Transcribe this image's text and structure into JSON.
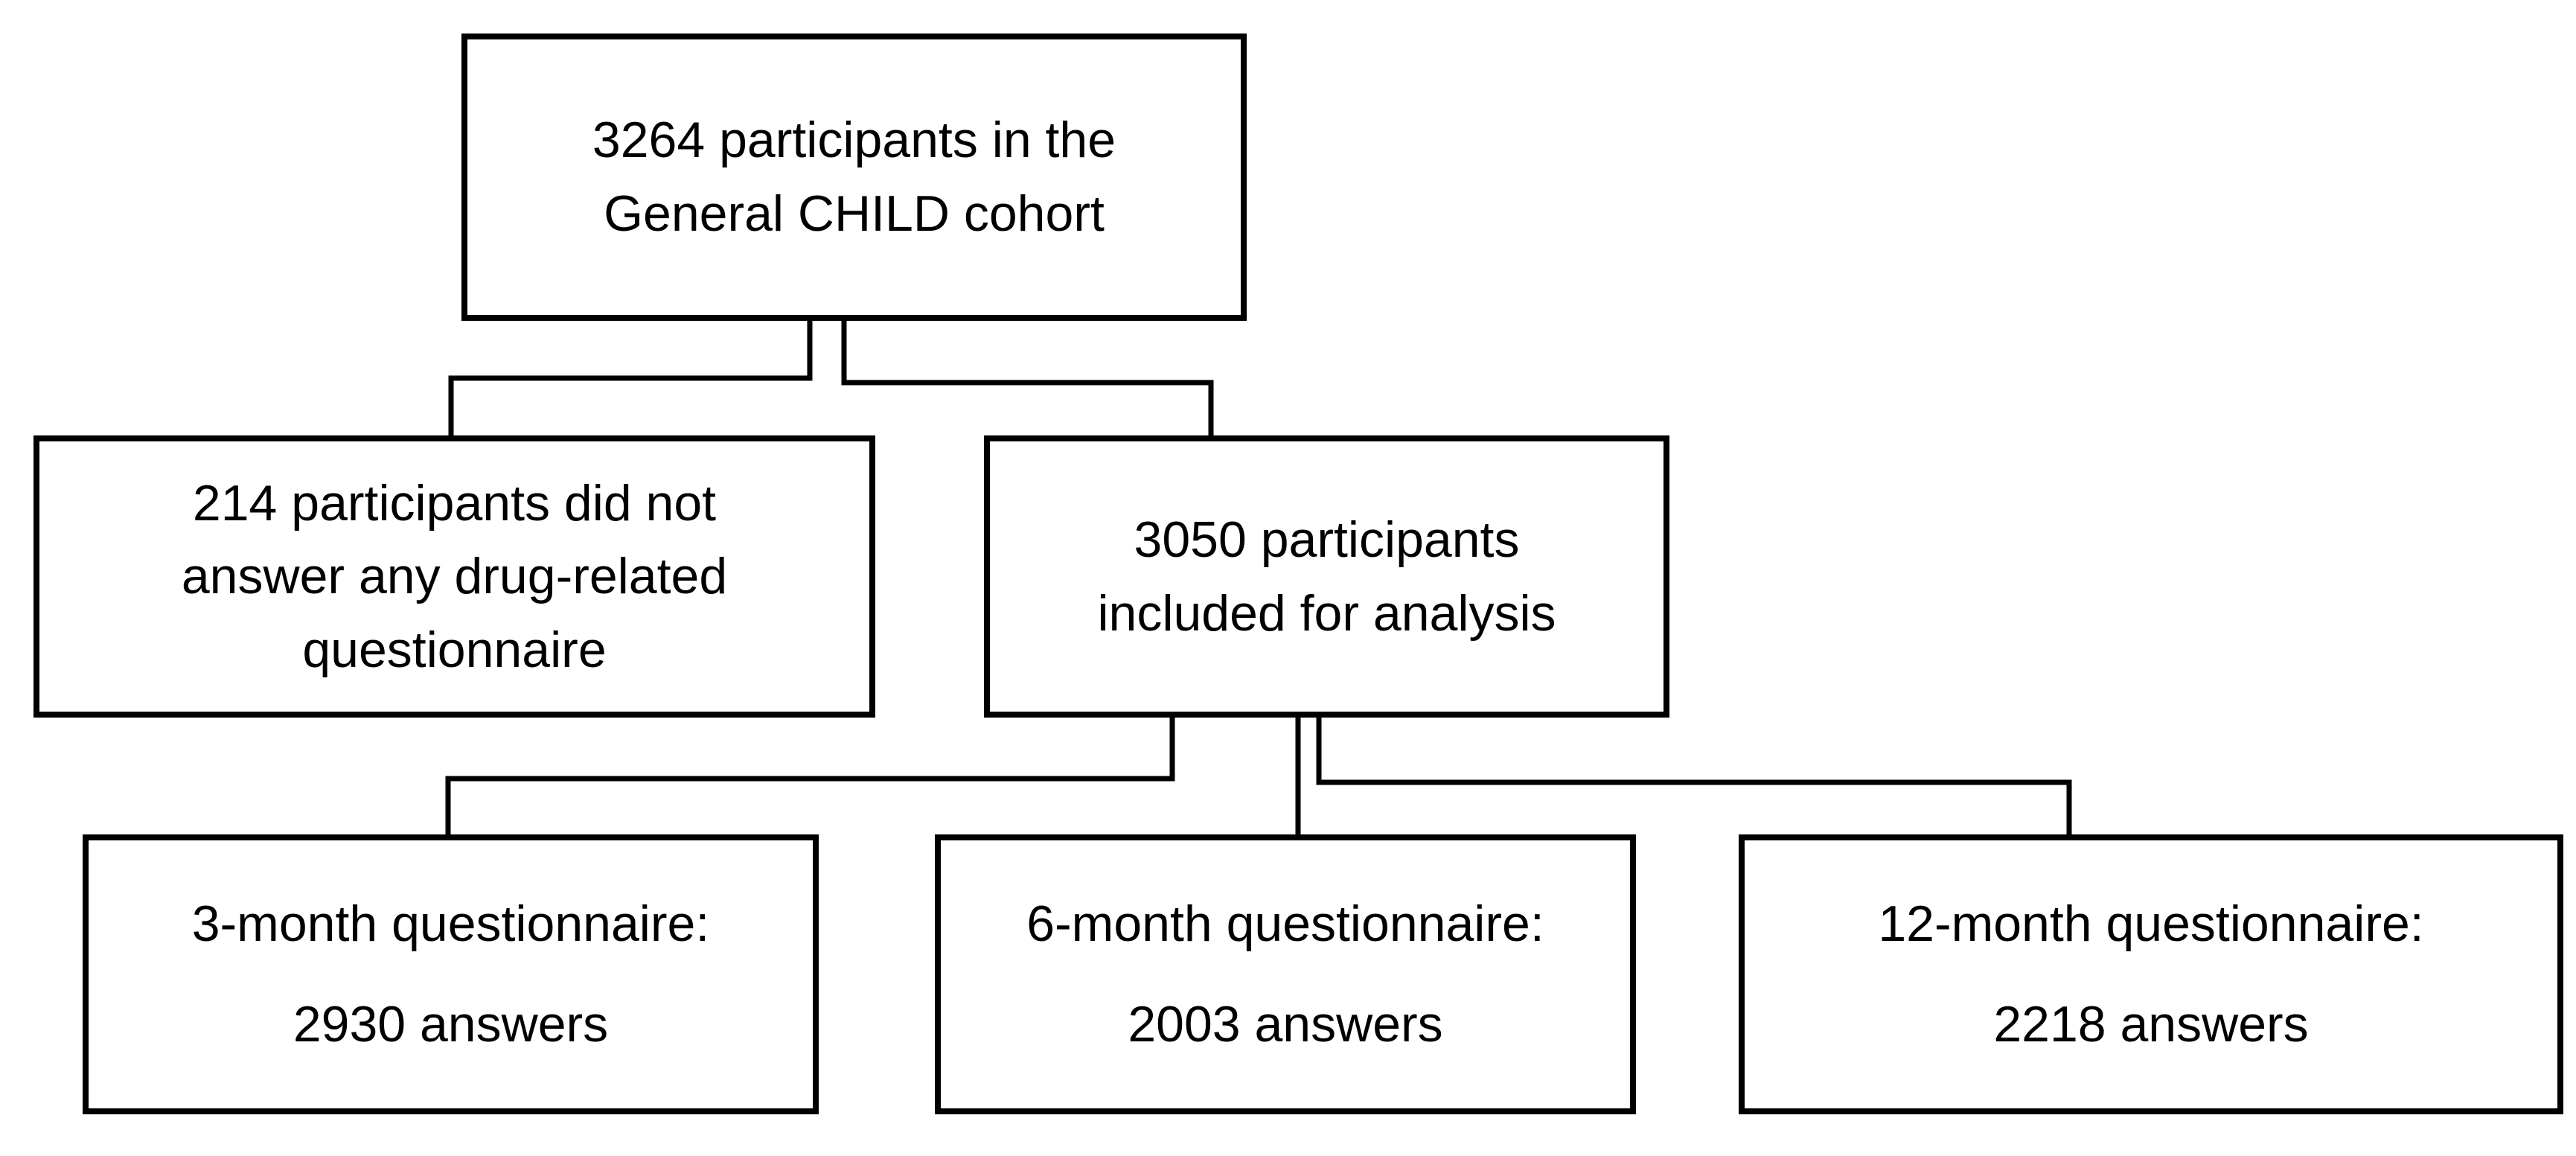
{
  "figure": {
    "description": "Participant flow diagram of the General CHILD cohort questionnaires",
    "colors": {
      "background": "#ffffff",
      "line": "#000000",
      "text": "#000000"
    }
  },
  "boxes": {
    "cohort": {
      "lines": [
        "3264 participants in the",
        "General CHILD cohort"
      ]
    },
    "not_answered": {
      "lines": [
        "214 participants did not",
        "answer any drug-related",
        "questionnaire"
      ]
    },
    "included": {
      "lines": [
        "3050 participants",
        "included for analysis"
      ]
    },
    "q3": {
      "lines": [
        "3-month questionnaire:",
        "2930 answers"
      ]
    },
    "q6": {
      "lines": [
        "6-month questionnaire:",
        "2003 answers"
      ]
    },
    "q12": {
      "lines": [
        "12-month questionnaire:",
        "2218 answers"
      ]
    }
  }
}
